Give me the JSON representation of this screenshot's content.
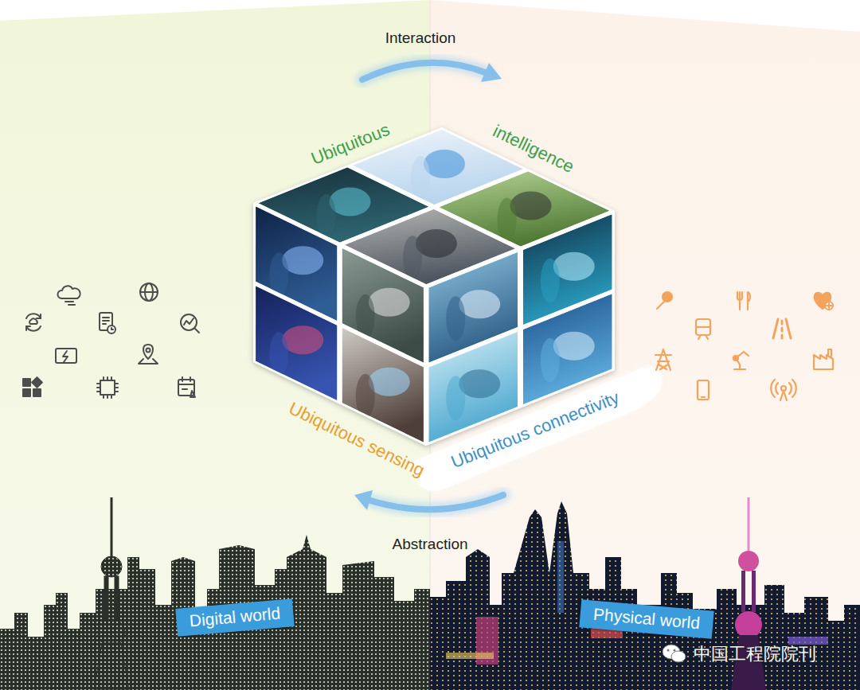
{
  "diagram": {
    "nodes": [
      {
        "text": [
          "Digital world"
        ]
      },
      {
        "text": [
          "Physical world"
        ]
      }
    ],
    "labels": [
      "Interaction",
      "Ubiquitous",
      "intelligence",
      "Ubiquitous sensing",
      "Ubiquitous connectivity",
      "Abstraction",
      "中国工程院院刊"
    ]
  }
}
